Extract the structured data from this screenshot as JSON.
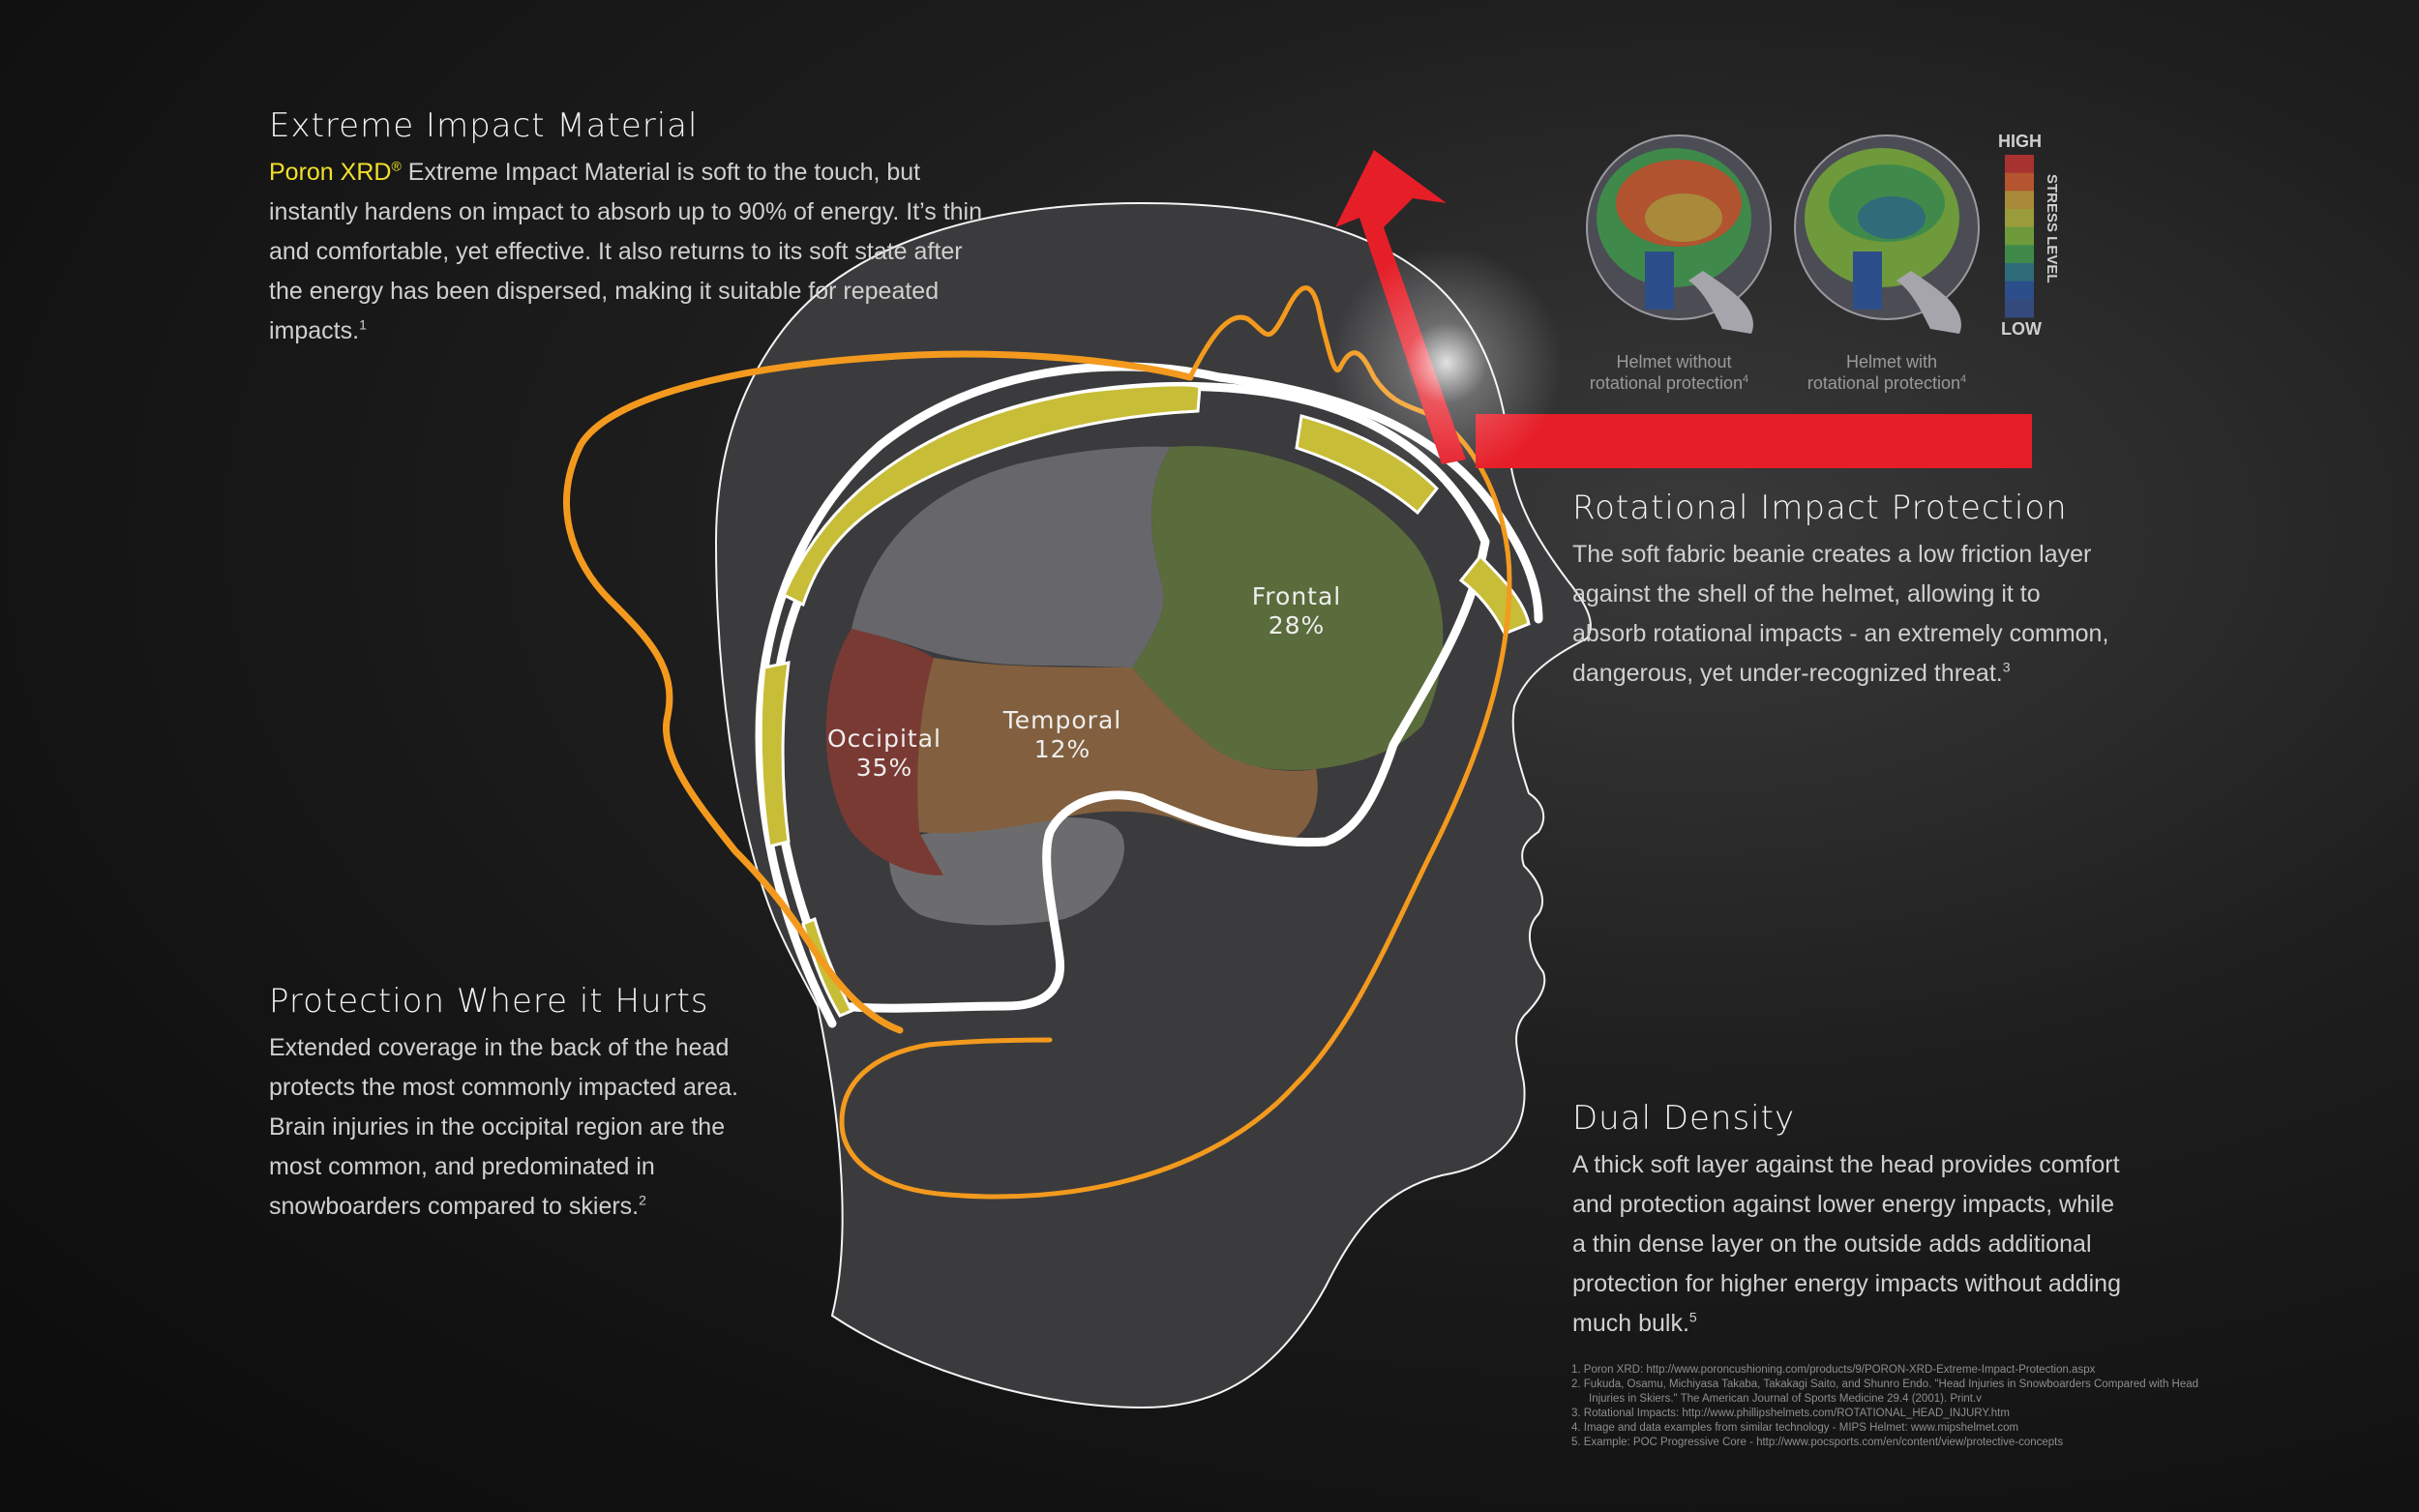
{
  "sections": {
    "extreme": {
      "title": "Extreme Impact Material",
      "highlight": "Poron XRD",
      "reg": "®",
      "text": " Extreme Impact Material is soft to the touch, but instantly hardens on impact to absorb up to 90% of energy. It’s thin and comfortable, yet effective. It also returns to its soft state after the energy has been dispersed, making it suitable for repeated impacts.",
      "ref": "1"
    },
    "protection": {
      "title": "Protection Where it Hurts",
      "text": "Extended coverage in the back of the head protects the most commonly impacted area. Brain injuries in the occipital region are the most common, and predominated in snowboarders compared to skiers.",
      "ref": "2"
    },
    "rotational": {
      "title": "Rotational Impact Protection",
      "text": "The soft fabric beanie creates a low friction layer against the shell of the helmet, allowing it to absorb rotational impacts - an extremely common, dangerous, yet under-recognized threat.",
      "ref": "3"
    },
    "dual": {
      "title": "Dual Density",
      "text": "A thick soft layer against the head provides comfort and protection against lower energy impacts, while a thin dense layer on the outside adds additional protection for higher energy impacts without adding much bulk.",
      "ref": "5"
    }
  },
  "regions": [
    {
      "name": "Frontal",
      "value": "28%",
      "color": "#5a6b3c"
    },
    {
      "name": "Temporal",
      "value": "12%",
      "color": "#82603f"
    },
    {
      "name": "Occipital",
      "value": "35%",
      "color": "#7a3a34"
    }
  ],
  "brain_scans": {
    "without_line1": "Helmet without",
    "without_line2": "rotational protection",
    "without_ref": "4",
    "with_line1": "Helmet with",
    "with_line2": "rotational protection",
    "with_ref": "4"
  },
  "stress_scale": {
    "high": "HIGH",
    "low": "LOW",
    "label": "STRESS LEVEL",
    "colors": [
      "#a8322f",
      "#b4552f",
      "#a88a3a",
      "#9a9c3c",
      "#6e9a3c",
      "#3f8a4a",
      "#2f6c7a",
      "#2c4e8a",
      "#344a7c"
    ]
  },
  "colors": {
    "helmet_padding": "#c8bd37",
    "orange_outline": "#f39a1e",
    "arrow_red": "#e61e28"
  },
  "footnotes": [
    "1. Poron XRD: http://www.poroncushioning.com/products/9/PORON-XRD-Extreme-Impact-Protection.aspx",
    "2. Fukuda, Osamu, Michiyasa Takaba, Takakagi Saito, and Shunro Endo. \"Head Injuries in Snowboarders Compared with Head",
    "Injuries in Skiers.\" The American Journal of Sports Medicine 29.4 (2001). Print.v",
    "3. Rotational Impacts: http://www.phillipshelmets.com/ROTATIONAL_HEAD_INJURY.htm",
    "4. Image and data examples from similar technology - MIPS Helmet: www.mipshelmet.com",
    "5. Example: POC Progressive Core - http://www.pocsports.com/en/content/view/protective-concepts"
  ]
}
